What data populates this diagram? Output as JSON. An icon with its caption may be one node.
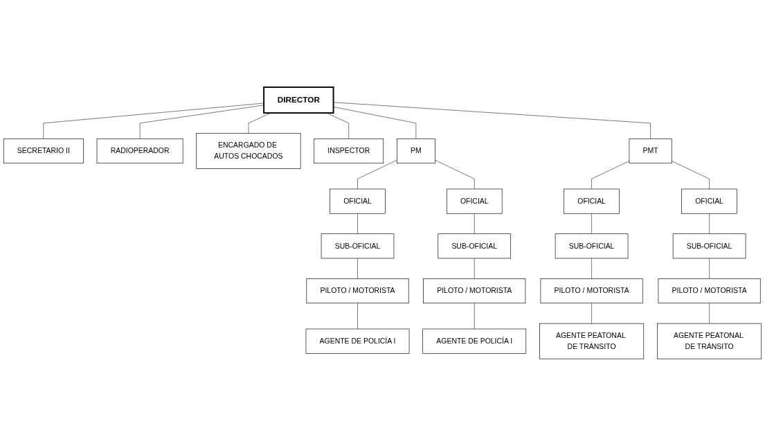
{
  "diagram": {
    "nodes": [
      {
        "text": [
          "DIRECTOR"
        ]
      },
      {
        "text": [
          "SECRETARIO II"
        ]
      },
      {
        "text": [
          "RADIOPERADOR"
        ]
      },
      {
        "text": [
          "ENCARGADO DE AUTOS CHOCADOS"
        ]
      },
      {
        "text": [
          "INSPECTOR"
        ]
      },
      {
        "text": [
          "PM"
        ]
      },
      {
        "text": [
          "PMT"
        ]
      },
      {
        "text": [
          "OFICIAL"
        ]
      },
      {
        "text": [
          "OFICIAL"
        ]
      },
      {
        "text": [
          "OFICIAL"
        ]
      },
      {
        "text": [
          "OFICIAL"
        ]
      },
      {
        "text": [
          "SUB-OFICIAL"
        ]
      },
      {
        "text": [
          "SUB-OFICIAL"
        ]
      },
      {
        "text": [
          "SUB-OFICIAL"
        ]
      },
      {
        "text": [
          "SUB-OFICIAL"
        ]
      },
      {
        "text": [
          "PILOTO / MOTORISTA"
        ]
      },
      {
        "text": [
          "PILOTO / MOTORISTA"
        ]
      },
      {
        "text": [
          "PILOTO / MOTORISTA"
        ]
      },
      {
        "text": [
          "PILOTO / MOTORISTA"
        ]
      },
      {
        "text": [
          "AGENTE DE POLICÍA I"
        ]
      },
      {
        "text": [
          "AGENTE DE POLICÍA I"
        ]
      },
      {
        "text": [
          "AGENTE PEATONAL DE TRÁNSITO"
        ]
      },
      {
        "text": [
          "AGENTE PEATONAL DE TRÁNSITO"
        ]
      }
    ],
    "edges": [
      {
        "from": 0,
        "to": 1,
        "arrow": "none"
      },
      {
        "from": 0,
        "to": 2,
        "arrow": "none"
      },
      {
        "from": 0,
        "to": 3,
        "arrow": "none"
      },
      {
        "from": 0,
        "to": 4,
        "arrow": "none"
      },
      {
        "from": 0,
        "to": 5,
        "arrow": "none"
      },
      {
        "from": 0,
        "to": 6,
        "arrow": "none"
      },
      {
        "from": 5,
        "to": 7,
        "arrow": "none"
      },
      {
        "from": 5,
        "to": 8,
        "arrow": "none"
      },
      {
        "from": 6,
        "to": 9,
        "arrow": "none"
      },
      {
        "from": 6,
        "to": 10,
        "arrow": "none"
      },
      {
        "from": 7,
        "to": 11,
        "arrow": "none"
      },
      {
        "from": 8,
        "to": 12,
        "arrow": "none"
      },
      {
        "from": 9,
        "to": 13,
        "arrow": "none"
      },
      {
        "from": 10,
        "to": 14,
        "arrow": "none"
      },
      {
        "from": 11,
        "to": 15,
        "arrow": "none"
      },
      {
        "from": 12,
        "to": 16,
        "arrow": "none"
      },
      {
        "from": 13,
        "to": 17,
        "arrow": "none"
      },
      {
        "from": 14,
        "to": 18,
        "arrow": "none"
      },
      {
        "from": 15,
        "to": 19,
        "arrow": "none"
      },
      {
        "from": 16,
        "to": 20,
        "arrow": "none"
      },
      {
        "from": 17,
        "to": 21,
        "arrow": "none"
      },
      {
        "from": 18,
        "to": 22,
        "arrow": "none"
      }
    ]
  }
}
